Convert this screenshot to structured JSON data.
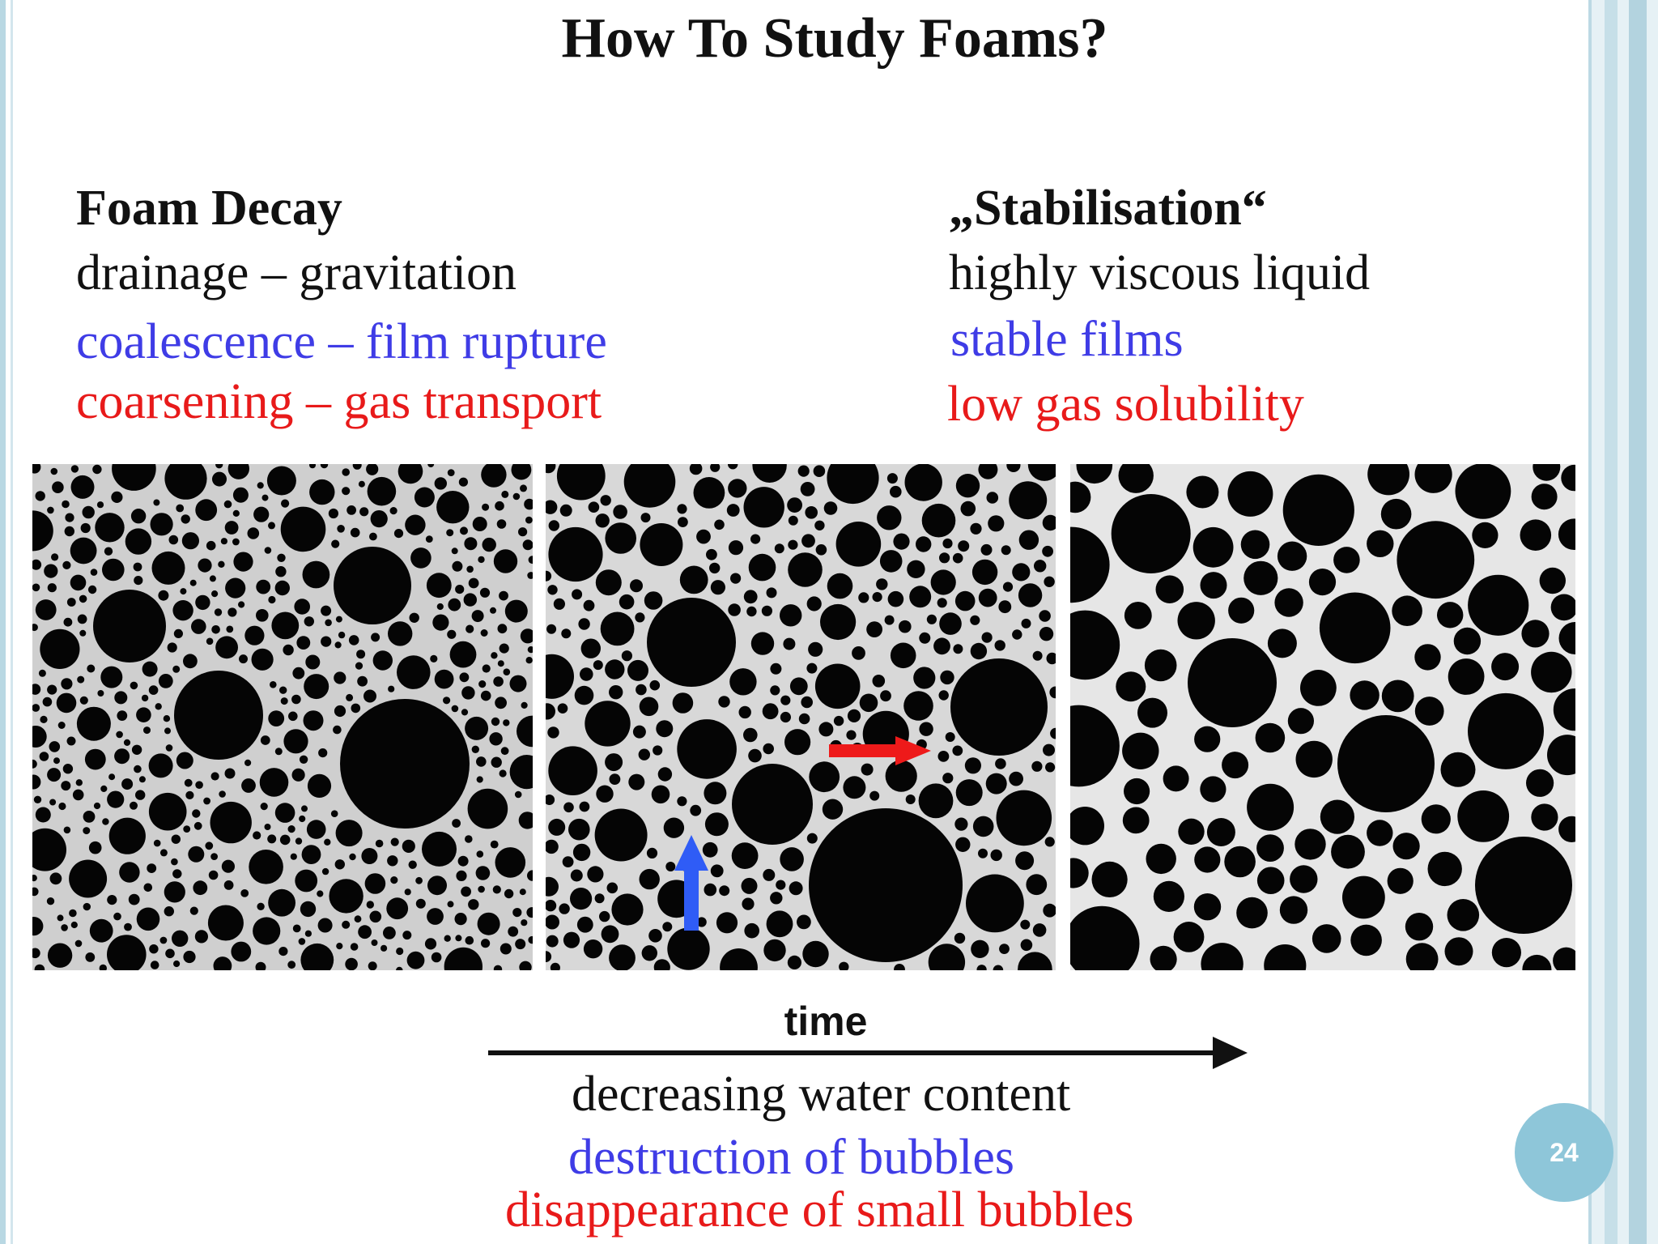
{
  "slide": {
    "title": "How To Study Foams?",
    "left_column": {
      "heading": "Foam Decay",
      "line_black": "drainage – gravitation",
      "line_blue": "coalescence – film rupture",
      "line_red": "coarsening – gas transport"
    },
    "right_column": {
      "heading": "„Stabilisation“",
      "line_black": "highly viscous liquid",
      "line_blue": "stable films",
      "line_red": "low gas solubility"
    },
    "time_axis": {
      "label": "time",
      "line_black": "decreasing water content",
      "line_blue": "destruction of bubbles",
      "line_red": "disappearance of small bubbles"
    },
    "page_number": "24"
  },
  "colors": {
    "text": "#111111",
    "blue": "#3f3ce6",
    "red": "#e81a1a",
    "arrow_blue": "#2f5cf6",
    "arrow_red": "#ee1a1a",
    "badge": "#8ec6d9",
    "frame": "#b9d8e3"
  }
}
